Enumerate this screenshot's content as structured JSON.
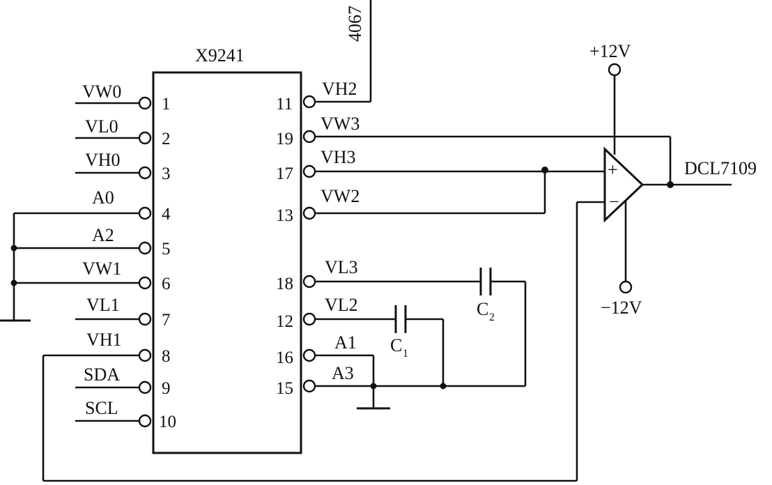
{
  "ic": {
    "name": "X9241"
  },
  "left_pins": [
    {
      "num": "1",
      "label": "VW0"
    },
    {
      "num": "2",
      "label": "VL0"
    },
    {
      "num": "3",
      "label": "VH0"
    },
    {
      "num": "4",
      "label": "A0"
    },
    {
      "num": "5",
      "label": "A2"
    },
    {
      "num": "6",
      "label": "VW1"
    },
    {
      "num": "7",
      "label": "VL1"
    },
    {
      "num": "8",
      "label": "VH1"
    },
    {
      "num": "9",
      "label": "SDA"
    },
    {
      "num": "10",
      "label": "SCL"
    }
  ],
  "right_pins": [
    {
      "num": "11",
      "label": "VH2"
    },
    {
      "num": "19",
      "label": "VW3"
    },
    {
      "num": "17",
      "label": "VH3"
    },
    {
      "num": "13",
      "label": "VW2"
    },
    {
      "num": "18",
      "label": "VL3"
    },
    {
      "num": "12",
      "label": "VL2"
    },
    {
      "num": "16",
      "label": "A1"
    },
    {
      "num": "15",
      "label": "A3"
    }
  ],
  "labels": {
    "chip_4067": "4067",
    "supply_pos": "+12V",
    "supply_neg": "−12V",
    "output": "DCL7109",
    "opamp_plus": "+",
    "opamp_minus": "−"
  },
  "capacitors": [
    {
      "letter": "C",
      "sub": "1"
    },
    {
      "letter": "C",
      "sub": "2"
    }
  ]
}
